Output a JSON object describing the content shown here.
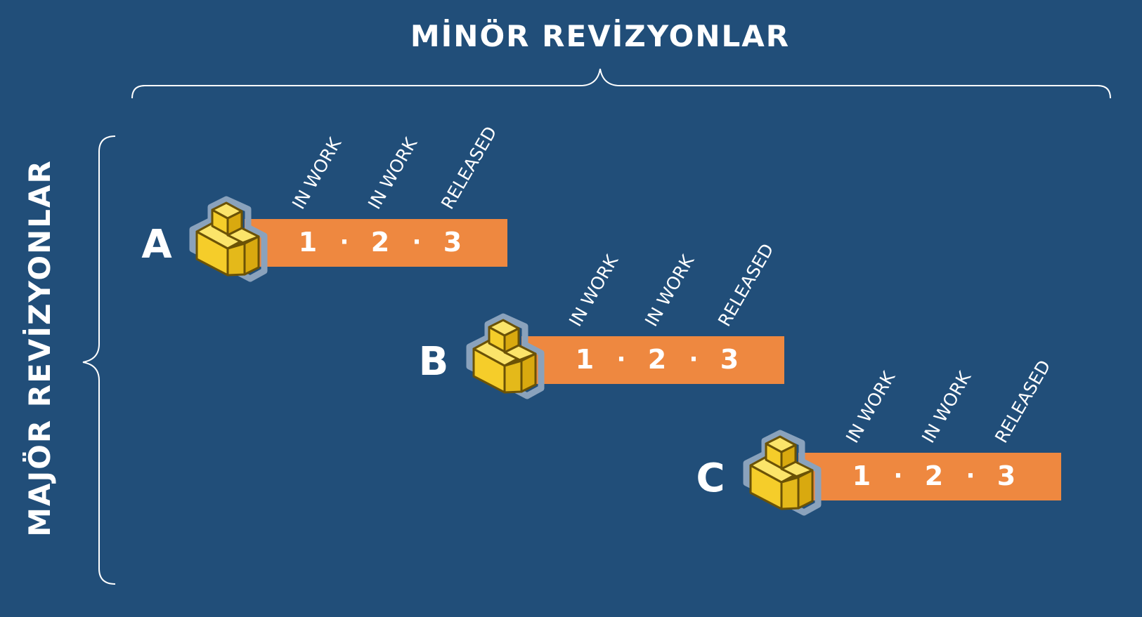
{
  "top_title": "MİNÖR REVİZYONLAR",
  "side_title": "MAJÖR REVİZYONLAR",
  "colors": {
    "background": "#214e79",
    "bar": "#ee8840",
    "brace": "#ffffff",
    "part_light": "#fbe46a",
    "part_mid": "#f5cd2a",
    "part_dark": "#d9a90f",
    "part_outline": "#6b5206",
    "part_halo": "#8aa2bc"
  },
  "revisions": [
    {
      "letter": "A",
      "part_icon": "yellow-l-bracket-part-icon",
      "minor": [
        {
          "number": "1",
          "status": "IN WORK"
        },
        {
          "number": "2",
          "status": "IN WORK"
        },
        {
          "number": "3",
          "status": "RELEASED"
        }
      ],
      "separator": "·"
    },
    {
      "letter": "B",
      "part_icon": "yellow-l-bracket-part-icon",
      "minor": [
        {
          "number": "1",
          "status": "IN WORK"
        },
        {
          "number": "2",
          "status": "IN WORK"
        },
        {
          "number": "3",
          "status": "RELEASED"
        }
      ],
      "separator": "·"
    },
    {
      "letter": "C",
      "part_icon": "yellow-l-bracket-part-icon",
      "minor": [
        {
          "number": "1",
          "status": "IN WORK"
        },
        {
          "number": "2",
          "status": "IN WORK"
        },
        {
          "number": "3",
          "status": "RELEASED"
        }
      ],
      "separator": "·"
    }
  ]
}
